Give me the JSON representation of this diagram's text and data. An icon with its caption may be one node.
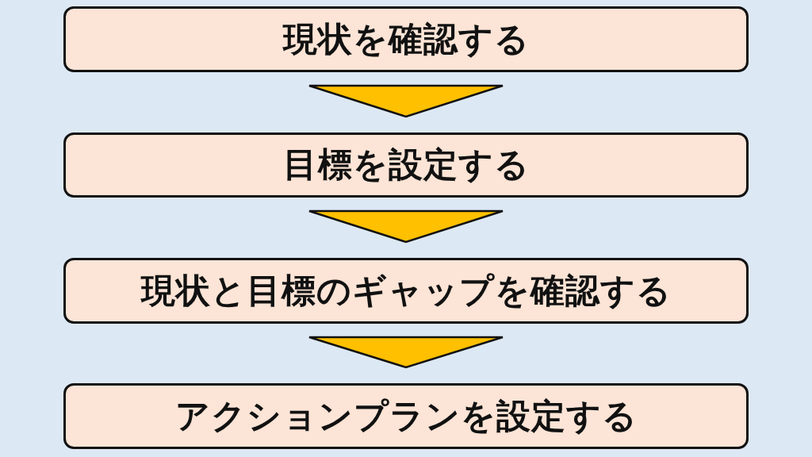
{
  "diagram": {
    "nodes": [
      {
        "text": [
          "現状を確認する"
        ]
      },
      {
        "text": [
          "目標を設定する"
        ]
      },
      {
        "text": [
          "現状と目標のギャップを確認する"
        ]
      },
      {
        "text": [
          "アクションプランを設定する"
        ]
      }
    ],
    "edges": [
      {
        "from": 0,
        "to": 1,
        "arrow": "to"
      },
      {
        "from": 1,
        "to": 2,
        "arrow": "to"
      },
      {
        "from": 2,
        "to": 3,
        "arrow": "to"
      }
    ]
  }
}
